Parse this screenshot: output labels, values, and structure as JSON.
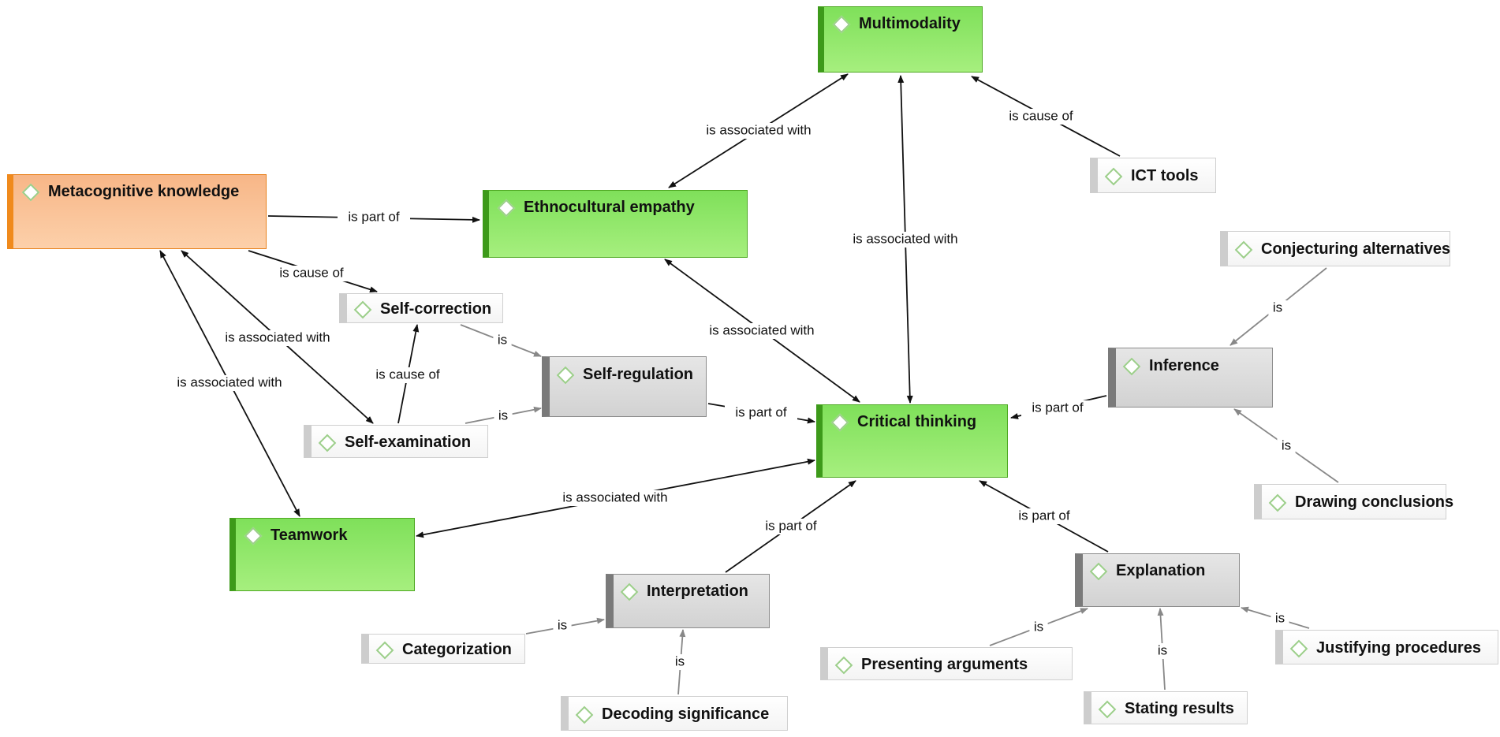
{
  "nodes": {
    "multimodality": "Multimodality",
    "ict_tools": "ICT tools",
    "metacognitive_knowledge": "Metacognitive knowledge",
    "ethnocultural_empathy": "Ethnocultural empathy",
    "conjecturing_alternatives": "Conjecturing alternatives",
    "self_correction": "Self-correction",
    "self_regulation": "Self-regulation",
    "inference": "Inference",
    "self_examination": "Self-examination",
    "critical_thinking": "Critical thinking",
    "drawing_conclusions": "Drawing conclusions",
    "teamwork": "Teamwork",
    "explanation": "Explanation",
    "interpretation": "Interpretation",
    "categorization": "Categorization",
    "justifying_procedures": "Justifying procedures",
    "presenting_arguments": "Presenting arguments",
    "decoding_significance": "Decoding significance",
    "stating_results": "Stating results"
  },
  "edges": {
    "ethno_multi": "is associated with",
    "ict_multi": "is cause of",
    "meta_ethno": "is part of",
    "multi_critical": "is associated with",
    "meta_selfcorr": "is cause of",
    "conj_inference": "is",
    "meta_selfexam": "is associated with",
    "selfcorr_selfreg": "is",
    "ethno_critical": "is associated with",
    "selfexam_selfcorr": "is cause of",
    "meta_teamwork": "is associated with",
    "selfreg_critical": "is part of",
    "inference_critical": "is part of",
    "selfexam_selfreg": "is",
    "drawing_inference": "is",
    "teamwork_critical": "is associated with",
    "explanation_critical": "is part of",
    "interp_critical": "is part of",
    "justifying_expl": "is",
    "categ_interp": "is",
    "presenting_expl": "is",
    "decoding_interp": "is",
    "stating_expl": "is"
  }
}
